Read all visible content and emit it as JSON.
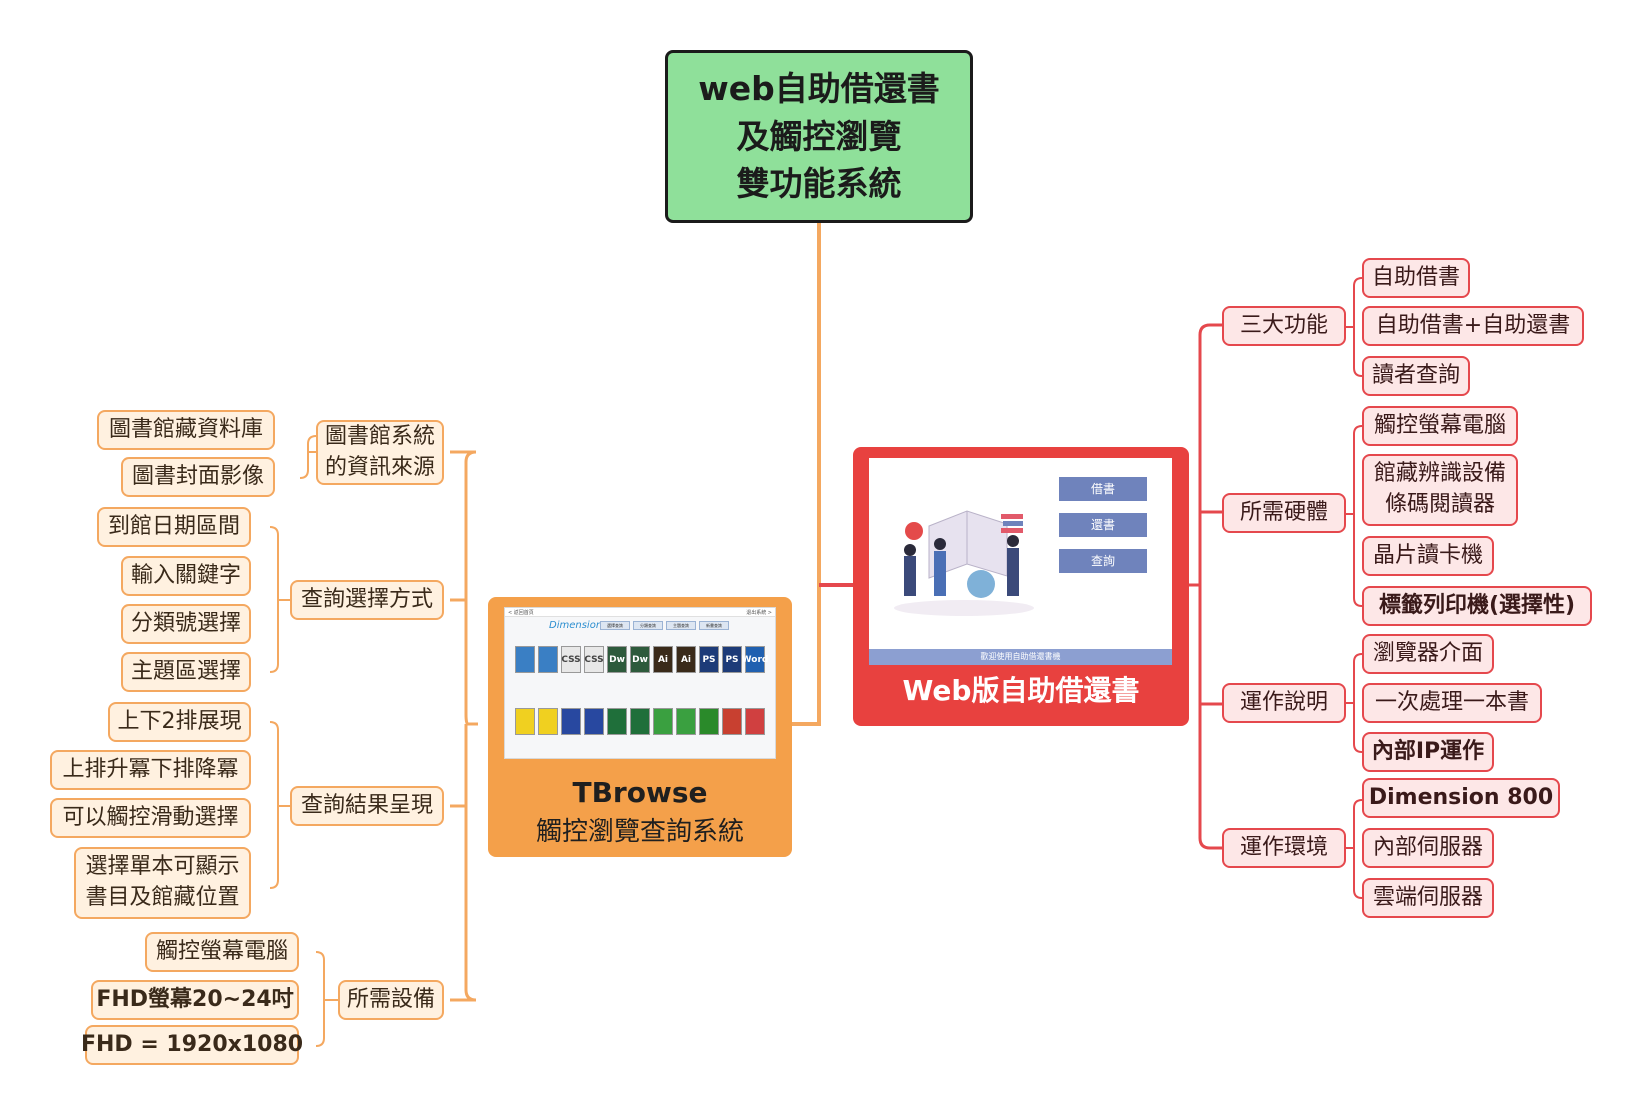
{
  "root": {
    "lines": [
      "web自助借還書",
      "及觸控瀏覽",
      "雙功能系統"
    ]
  },
  "tbrowse": {
    "title": "TBrowse",
    "subtitle": "觸控瀏覽查詢系統",
    "screenshot": {
      "top_left": "< 返回首頁",
      "top_right": "退出系統 >",
      "logo": "Dimension",
      "tabs": [
        "選擇查詢",
        "分類查詢",
        "主題查詢",
        "新書查詢"
      ],
      "book_labels": [
        "",
        "",
        "CSS",
        "CSS",
        "Dw",
        "Dw",
        "Ai",
        "Ai",
        "PS",
        "PS",
        "Word"
      ]
    }
  },
  "web": {
    "title": "Web版自助借還書",
    "buttons": [
      "借書",
      "還書",
      "查詢"
    ],
    "welcome": "歡迎使用自助借還書機"
  },
  "left_branches": [
    {
      "label": "圖書館系統\n的資訊來源",
      "leaves": [
        "圖書館藏資料庫",
        "圖書封面影像"
      ]
    },
    {
      "label": "查詢選擇方式",
      "leaves": [
        "到館日期區間",
        "輸入關鍵字",
        "分類號選擇",
        "主題區選擇"
      ]
    },
    {
      "label": "查詢結果呈現",
      "leaves": [
        "上下2排展現",
        "上排升冪下排降冪",
        "可以觸控滑動選擇",
        "選擇單本可顯示\n書目及館藏位置"
      ]
    },
    {
      "label": "所需設備",
      "leaves": [
        "觸控螢幕電腦",
        "FHD螢幕20~24吋",
        "FHD = 1920x1080"
      ]
    }
  ],
  "right_branches": [
    {
      "label": "三大功能",
      "leaves": [
        "自助借書",
        "自助借書+自助還書",
        "讀者查詢"
      ]
    },
    {
      "label": "所需硬體",
      "leaves": [
        "觸控螢幕電腦",
        "館藏辨識設備\n條碼閱讀器",
        "晶片讀卡機",
        "標籤列印機(選擇性)"
      ]
    },
    {
      "label": "運作說明",
      "leaves": [
        "瀏覽器介面",
        "一次處理一本書",
        "內部IP運作"
      ]
    },
    {
      "label": "運作環境",
      "leaves": [
        "Dimension 800",
        "內部伺服器",
        "雲端伺服器"
      ]
    }
  ],
  "colors": {
    "root_fill": "#8fe09a",
    "orange": "#f4a04a",
    "orange_line": "#f4a860",
    "orange_leaf_fill": "#fff1e0",
    "red": "#e8413f",
    "red_leaf_fill": "#fde7e7"
  }
}
